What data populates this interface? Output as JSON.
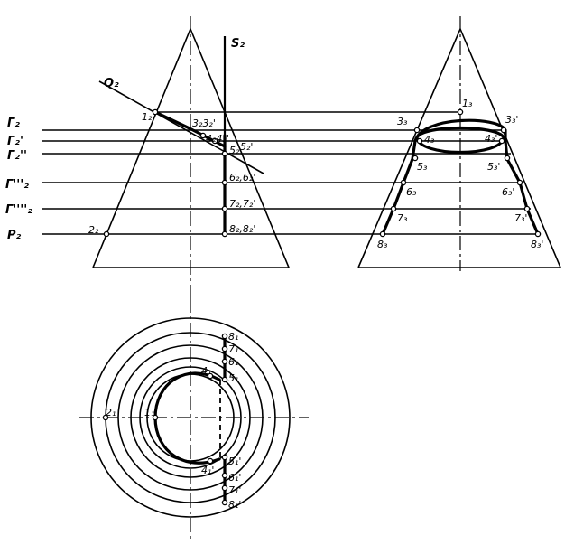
{
  "labels": {
    "S2": "S₂",
    "Q2": "Q₂",
    "G2": "Γ₂",
    "G2p": "Γ₂'",
    "G2pp": "Γ₂''",
    "G2ppp": "Γ'''₂",
    "G2pppp": "Γ''''₂",
    "P2": "P₂",
    "p1_2": "1₂",
    "p2_2": "2₂",
    "p3_2": "3₂3₂'",
    "p4_2": "4₂4₂'",
    "p5_2": "5₂",
    "p5_2p": "5₂'",
    "p6_2": "6₂,6₂'",
    "p7_2": "7₂,7₂'",
    "p8_2": "8₂,8₂'",
    "p1_3": "1₃",
    "p3_3": "3₃",
    "p3_3p": "3₃'",
    "p4_3": "4₃",
    "p4_3p": "4₃'",
    "p5_3": "5₃",
    "p5_3p": "5₃'",
    "p6_3": "6₃",
    "p6_3p": "6₃'",
    "p7_3": "7₃",
    "p7_3p": "7₃'",
    "p8_3": "8₃",
    "p8_3p": "8₃'",
    "p1_1": "1₁",
    "p2_1": "2₁",
    "p4_1": "4₁",
    "p4_1p": "4₁'",
    "p5_1": "5₁",
    "p5_1p": "5₁'",
    "p6_1": "6₁",
    "p6_1p": "6₁'",
    "p7_1": "7₁",
    "p7_1p": "7₁'",
    "p8_1": "8₁",
    "p8_1p": "8₁'"
  }
}
